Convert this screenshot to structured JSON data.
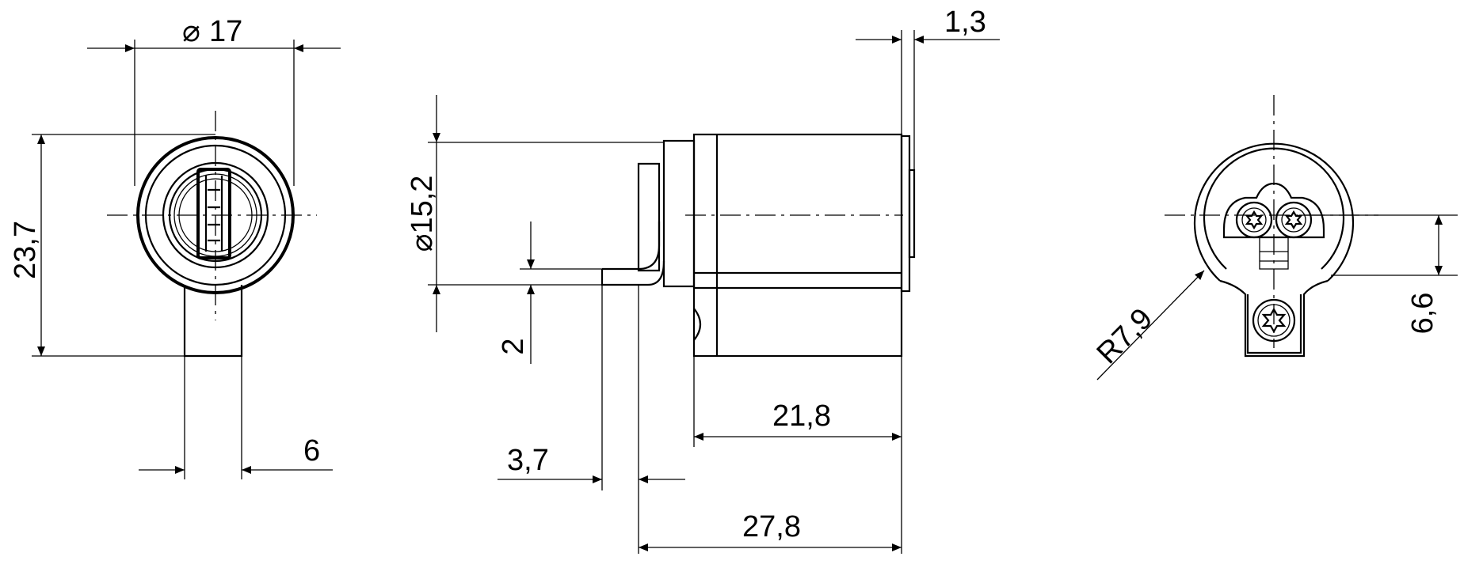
{
  "dimensions": {
    "front_diameter": "17",
    "front_height": "23,7",
    "front_tab_width": "6",
    "side_diameter": "15,2",
    "side_flange": "1,3",
    "side_step": "2",
    "side_offset": "3,7",
    "side_body_length": "21,8",
    "side_total_length": "27,8",
    "rear_radius": "R7,9",
    "rear_offset": "6,6"
  },
  "symbols": {
    "diameter_glyph": "⌀"
  }
}
